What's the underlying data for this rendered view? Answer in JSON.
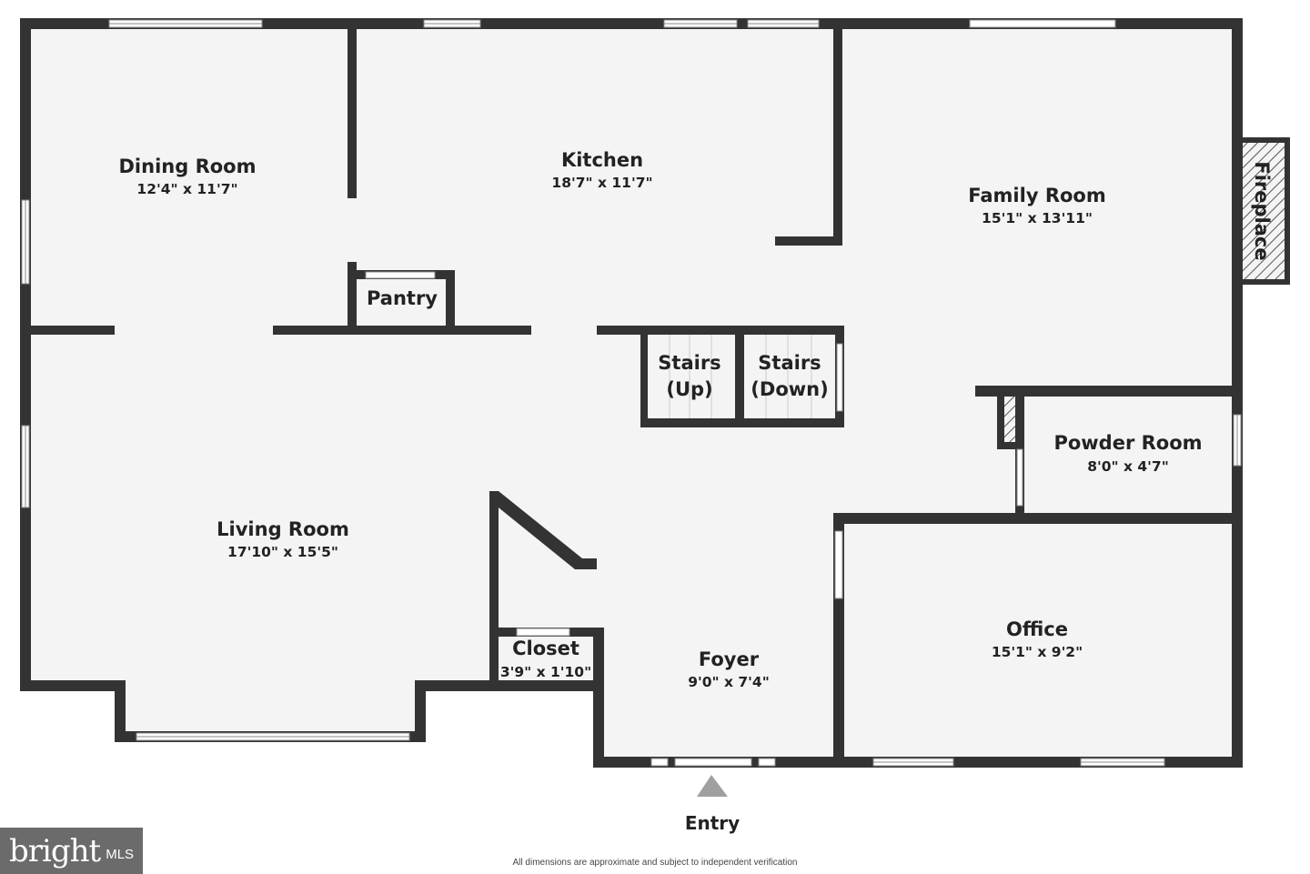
{
  "rooms": {
    "dining": {
      "name": "Dining Room",
      "dims": "12'4\" x 11'7\""
    },
    "kitchen": {
      "name": "Kitchen",
      "dims": "18'7\" x 11'7\""
    },
    "family": {
      "name": "Family Room",
      "dims": "15'1\" x 13'11\""
    },
    "pantry": {
      "name": "Pantry"
    },
    "stairs_up": {
      "line1": "Stairs",
      "line2": "(Up)"
    },
    "stairs_down": {
      "line1": "Stairs",
      "line2": "(Down)"
    },
    "powder": {
      "name": "Powder Room",
      "dims": "8'0\" x 4'7\""
    },
    "living": {
      "name": "Living Room",
      "dims": "17'10\" x 15'5\""
    },
    "closet": {
      "name": "Closet",
      "dims": "3'9\" x 1'10\""
    },
    "foyer": {
      "name": "Foyer",
      "dims": "9'0\" x 7'4\""
    },
    "office": {
      "name": "Office",
      "dims": "15'1\" x 9'2\""
    },
    "fireplace": {
      "name": "Fireplace"
    }
  },
  "entry": {
    "label": "Entry"
  },
  "footer": {
    "disclaimer": "All dimensions are approximate and subject to independent verification"
  },
  "logo": {
    "brand": "bright",
    "mls": "MLS"
  },
  "colors": {
    "wall": "#333333",
    "floor": "#f4f4f4",
    "entry_arrow": "#a0a0a0",
    "logo_bg": "#6b6b6b"
  }
}
